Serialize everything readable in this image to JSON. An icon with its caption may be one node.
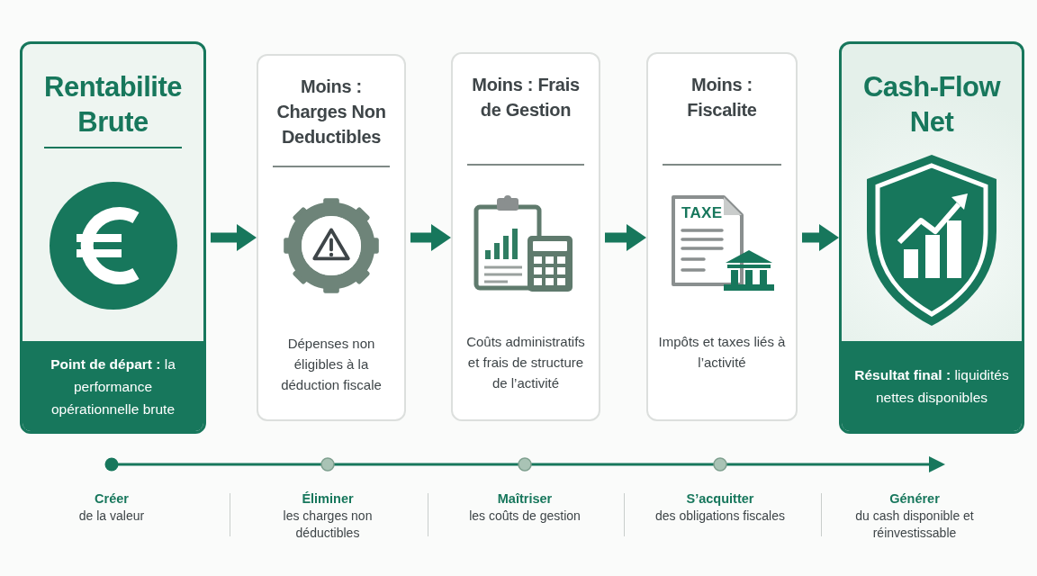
{
  "diagram": {
    "nodes": [
      {
        "text": [
          "Rentabilite Brute",
          "**Point de départ :** la performance opérationnelle brute"
        ]
      },
      {
        "text": [
          "Moins : Charges Non Deductibles",
          "Dépenses non éligibles à la déduction fiscale"
        ]
      },
      {
        "text": [
          "Moins : Frais de Gestion",
          "Coûts administratifs et frais de structure de l’activité"
        ]
      },
      {
        "text": [
          "Moins : Fiscalite",
          "Impôts et taxes liés à l’activité"
        ]
      },
      {
        "text": [
          "Cash-Flow Net",
          "**Résultat final :** liquidités nettes disponibles"
        ]
      }
    ],
    "edges": [
      {
        "from": 0,
        "to": 1,
        "arrow": "to"
      },
      {
        "from": 1,
        "to": 2,
        "arrow": "to"
      },
      {
        "from": 2,
        "to": 3,
        "arrow": "to"
      },
      {
        "from": 3,
        "to": 4,
        "arrow": "to"
      }
    ],
    "labels": [
      "TAXE",
      "Créer",
      "de la valeur",
      "Éliminer",
      "les charges non déductibles",
      "Maîtriser",
      "les coûts de gestion",
      "S’acquitter",
      "des obligations fiscales",
      "Générer",
      "du cash disponible et réinvestissable"
    ]
  }
}
